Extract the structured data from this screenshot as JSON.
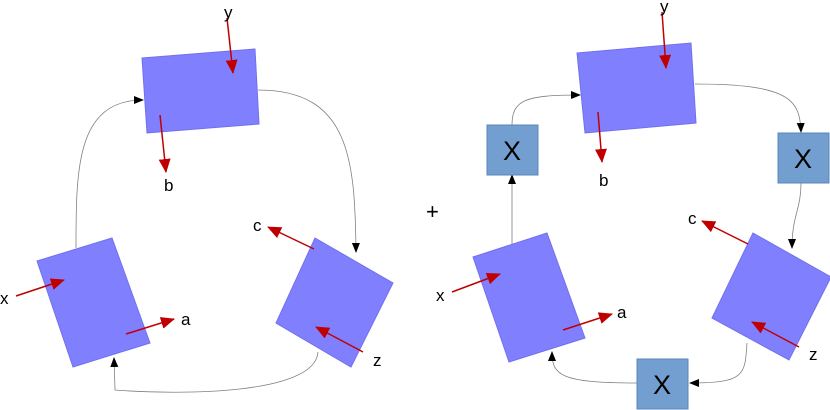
{
  "colors": {
    "block_fill": "#8080ff",
    "block_stroke": "#7070ee",
    "x_box_fill": "#729fcf",
    "x_box_stroke": "#5b86b8",
    "io_arrow": "#c00000",
    "connector": "#808080"
  },
  "operator": "+",
  "left": {
    "top_block": {
      "input": "y",
      "output": "b"
    },
    "left_block": {
      "input": "x",
      "output": "a"
    },
    "right_block": {
      "input": "z",
      "output": "c"
    }
  },
  "right": {
    "top_block": {
      "input": "y",
      "output": "b"
    },
    "left_block": {
      "input": "x",
      "output": "a"
    },
    "right_block": {
      "input": "z",
      "output": "c"
    },
    "x_boxes": [
      "X",
      "X",
      "X"
    ]
  }
}
